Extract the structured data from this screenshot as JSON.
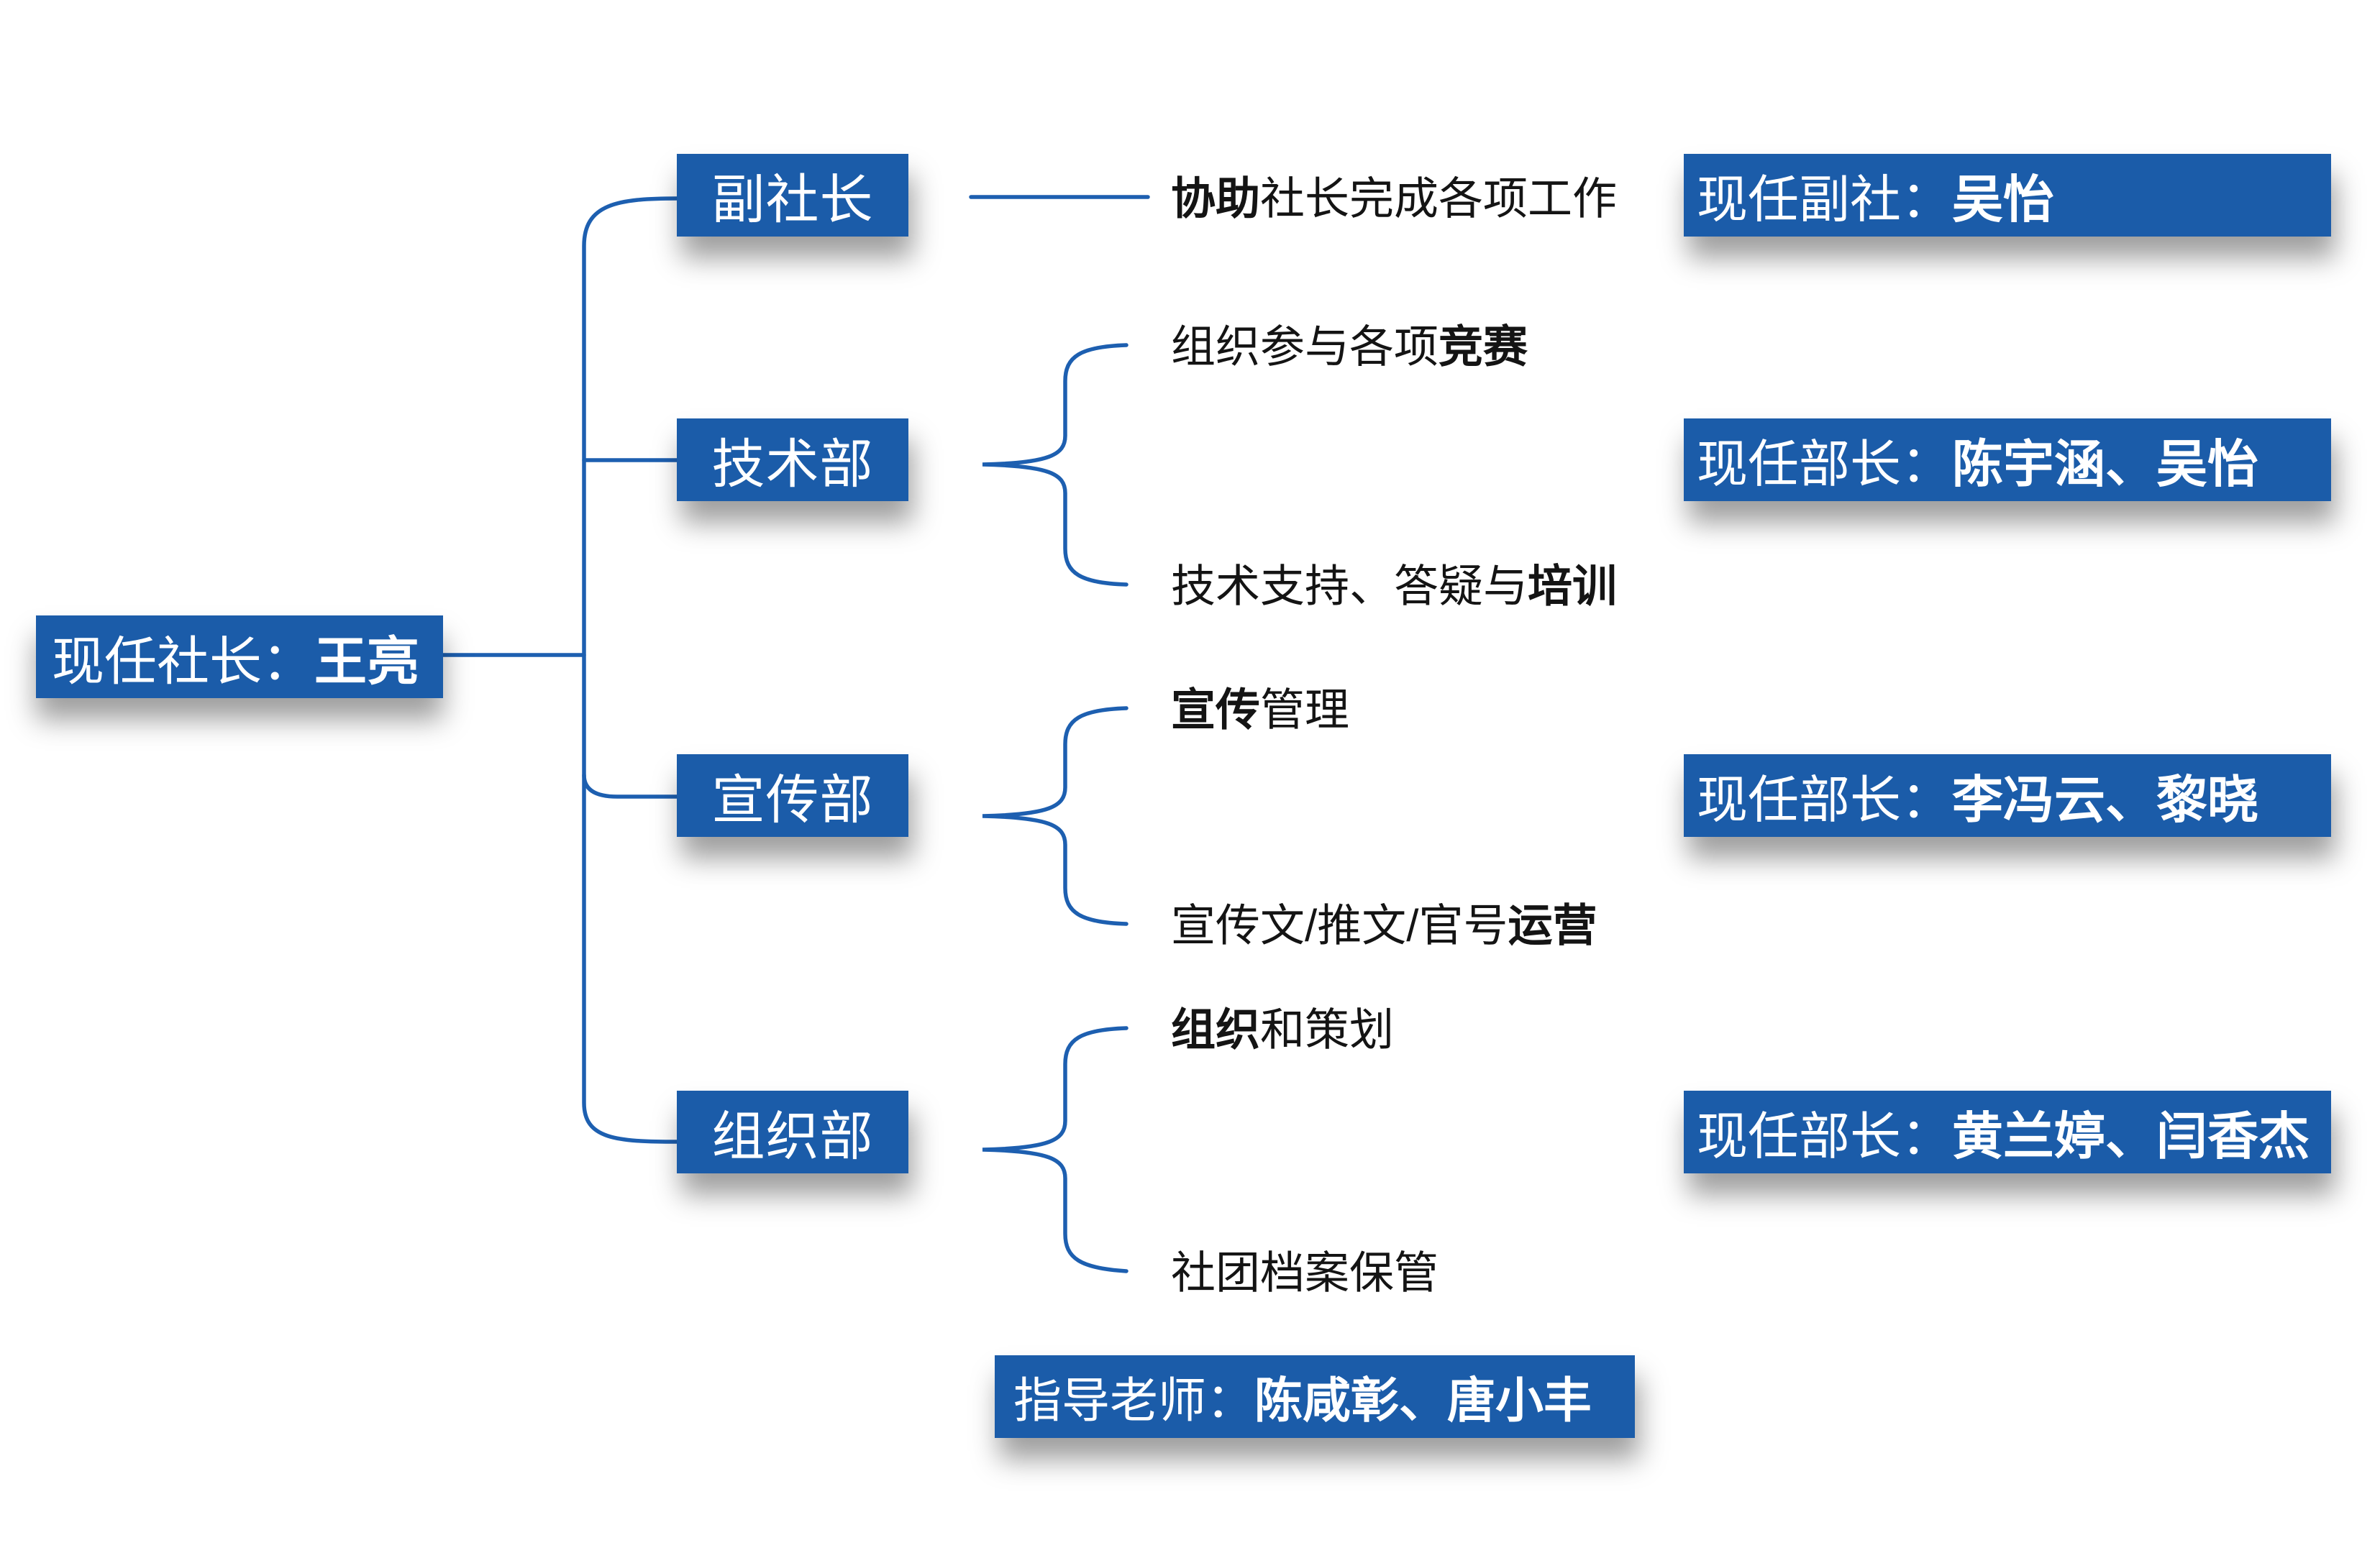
{
  "palette": {
    "box_blue": "#1b5ca9",
    "line_blue": "#1d5fb0",
    "text_dark": "#141414"
  },
  "president": {
    "prefix": "现任社长：",
    "name": "王亮"
  },
  "advisor": {
    "prefix": "指导老师：",
    "names": "陈咸彰、唐小丰"
  },
  "rows": [
    {
      "dept": "副社长",
      "descriptions": [
        {
          "pre": "",
          "bold": "协助",
          "post": "社长完成各项工作"
        }
      ],
      "bar": {
        "prefix": "现任副社：",
        "names": "吴怡"
      }
    },
    {
      "dept": "技术部",
      "descriptions": [
        {
          "pre": "组织参与各项",
          "bold": "竞赛",
          "post": ""
        },
        {
          "pre": "技术支持、答疑与",
          "bold": "培训",
          "post": ""
        }
      ],
      "bar": {
        "prefix": "现任部长：",
        "names": "陈宇涵、吴怡"
      }
    },
    {
      "dept": "宣传部",
      "descriptions": [
        {
          "pre": "",
          "bold": "宣传",
          "post": "管理"
        },
        {
          "pre": "宣传文/推文/官号",
          "bold": "运营",
          "post": ""
        }
      ],
      "bar": {
        "prefix": "现任部长：",
        "names": "李冯云、黎晓"
      }
    },
    {
      "dept": "组织部",
      "descriptions": [
        {
          "pre": "",
          "bold": "组织",
          "post": "和策划"
        },
        {
          "pre": "社团档案保管",
          "bold": "",
          "post": ""
        }
      ],
      "bar": {
        "prefix": "现任部长：",
        "names": "黄兰婷、闫香杰"
      }
    }
  ]
}
